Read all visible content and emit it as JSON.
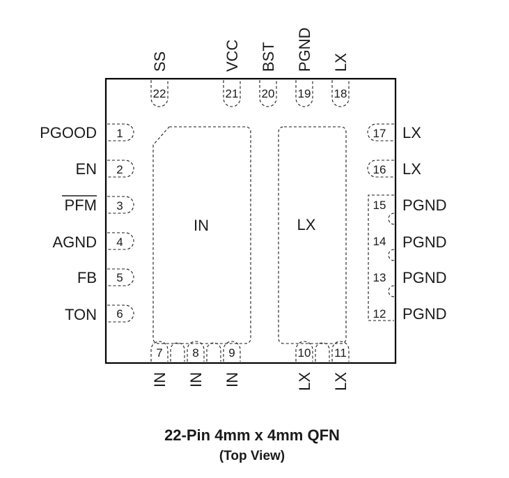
{
  "package": {
    "title": "22-Pin 4mm x 4mm QFN",
    "subtitle": "(Top View)"
  },
  "pins": {
    "p1": {
      "num": "1",
      "name": "PGOOD"
    },
    "p2": {
      "num": "2",
      "name": "EN"
    },
    "p3": {
      "num": "3",
      "name": "PFM",
      "overline": true
    },
    "p4": {
      "num": "4",
      "name": "AGND"
    },
    "p5": {
      "num": "5",
      "name": "FB"
    },
    "p6": {
      "num": "6",
      "name": "TON"
    },
    "p7": {
      "num": "7",
      "name": "IN"
    },
    "p8": {
      "num": "8",
      "name": "IN"
    },
    "p9": {
      "num": "9",
      "name": "IN"
    },
    "p10": {
      "num": "10",
      "name": "LX"
    },
    "p11": {
      "num": "11",
      "name": "LX"
    },
    "p12": {
      "num": "12",
      "name": "PGND"
    },
    "p13": {
      "num": "13",
      "name": "PGND"
    },
    "p14": {
      "num": "14",
      "name": "PGND"
    },
    "p15": {
      "num": "15",
      "name": "PGND"
    },
    "p16": {
      "num": "16",
      "name": "LX"
    },
    "p17": {
      "num": "17",
      "name": "LX"
    },
    "p18": {
      "num": "18",
      "name": "LX"
    },
    "p19": {
      "num": "19",
      "name": "PGND"
    },
    "p20": {
      "num": "20",
      "name": "BST"
    },
    "p21": {
      "num": "21",
      "name": "VCC"
    },
    "p22": {
      "num": "22",
      "name": "SS"
    }
  },
  "pads": {
    "in_pad": "IN",
    "lx_pad": "LX"
  }
}
